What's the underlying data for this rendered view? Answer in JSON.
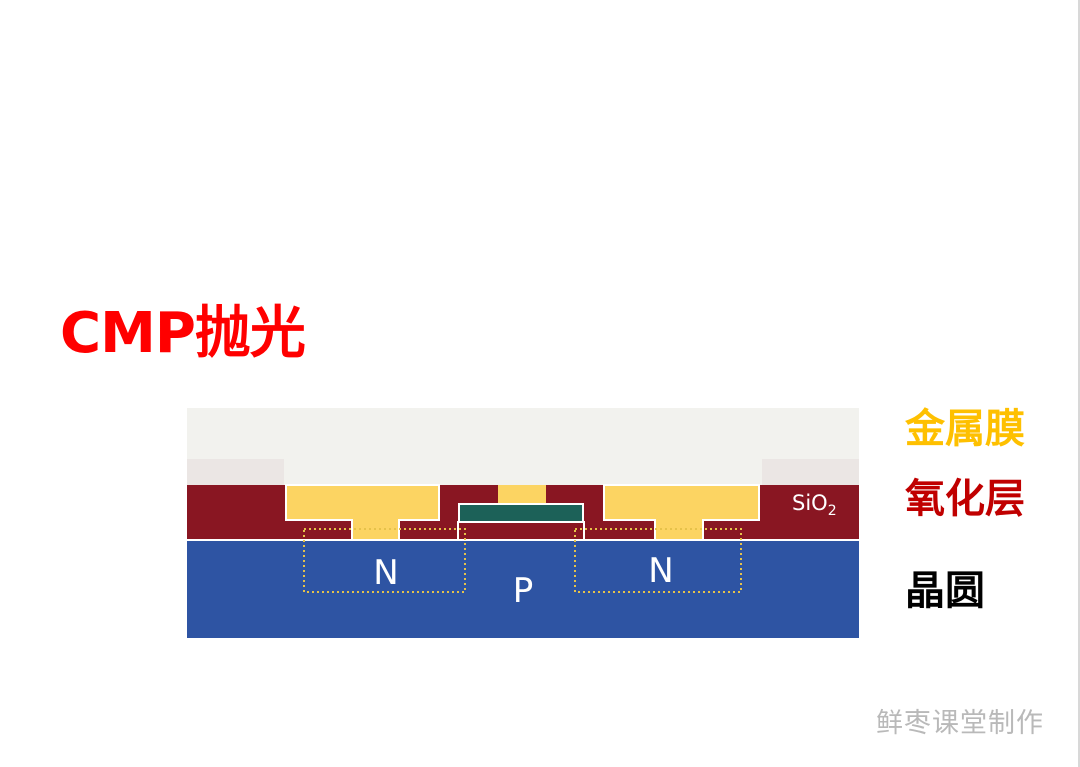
{
  "title": "CMP抛光",
  "diagram": {
    "label_sio2": "SiO",
    "label_sio2_sub": "2",
    "label_n_left": "N",
    "label_n_right": "N",
    "label_p": "P"
  },
  "legend": {
    "metal": "金属膜",
    "oxide": "氧化层",
    "wafer": "晶圆"
  },
  "watermark": "鲜枣课堂制作",
  "colors": {
    "title": "#ff0000",
    "metal": "#fcd462",
    "oxide": "#891622",
    "wafer": "#2e54a3",
    "gate": "#1c6158",
    "top_layer": "#f2f2ee",
    "legend_metal": "#fec000",
    "legend_oxide": "#c00000",
    "legend_wafer": "#000000",
    "watermark": "#b9b9b9"
  }
}
